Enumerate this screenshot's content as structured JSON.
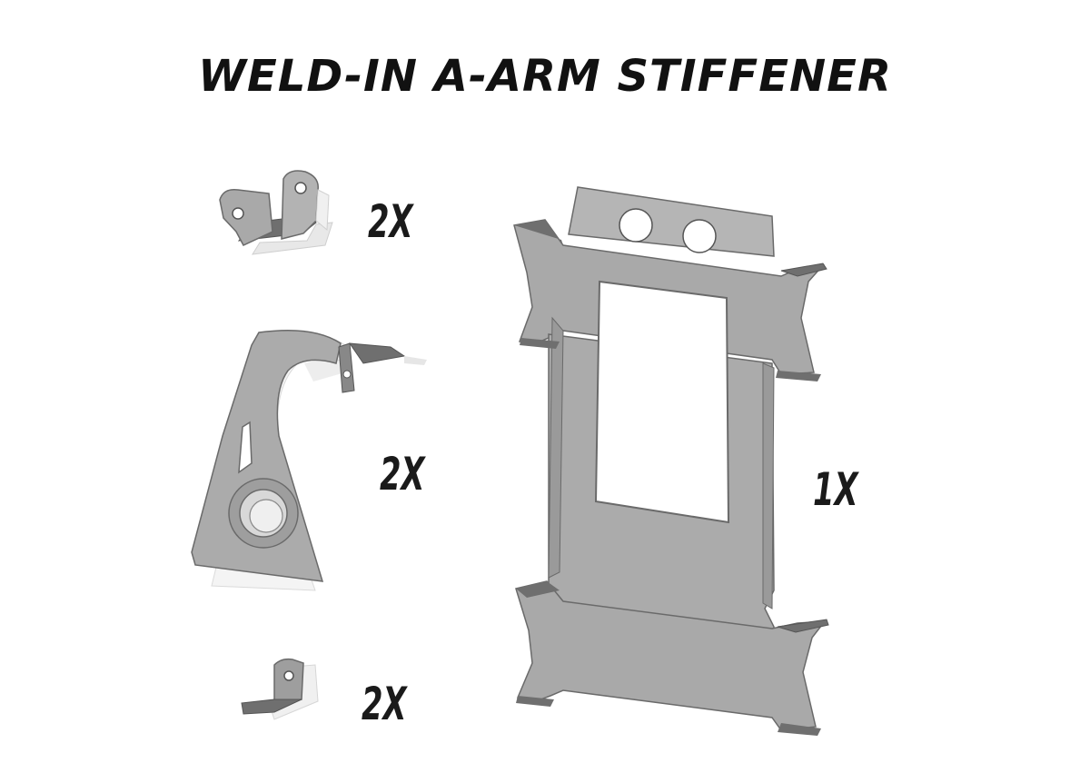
{
  "title": "WELD-IN A-ARM STIFFENER",
  "parts": [
    {
      "name": "small-bracket",
      "quantity": "2X"
    },
    {
      "name": "gusset-bracket",
      "quantity": "2X"
    },
    {
      "name": "angle-tab",
      "quantity": "2X"
    },
    {
      "name": "stiffener-plate",
      "quantity": "1X"
    }
  ],
  "colors": {
    "metal_face": "#ababab",
    "metal_shade": "#7d7d7d",
    "metal_dark": "#555555",
    "metal_edge": "#6a6a6a",
    "highlight": "#f2f2f2"
  }
}
